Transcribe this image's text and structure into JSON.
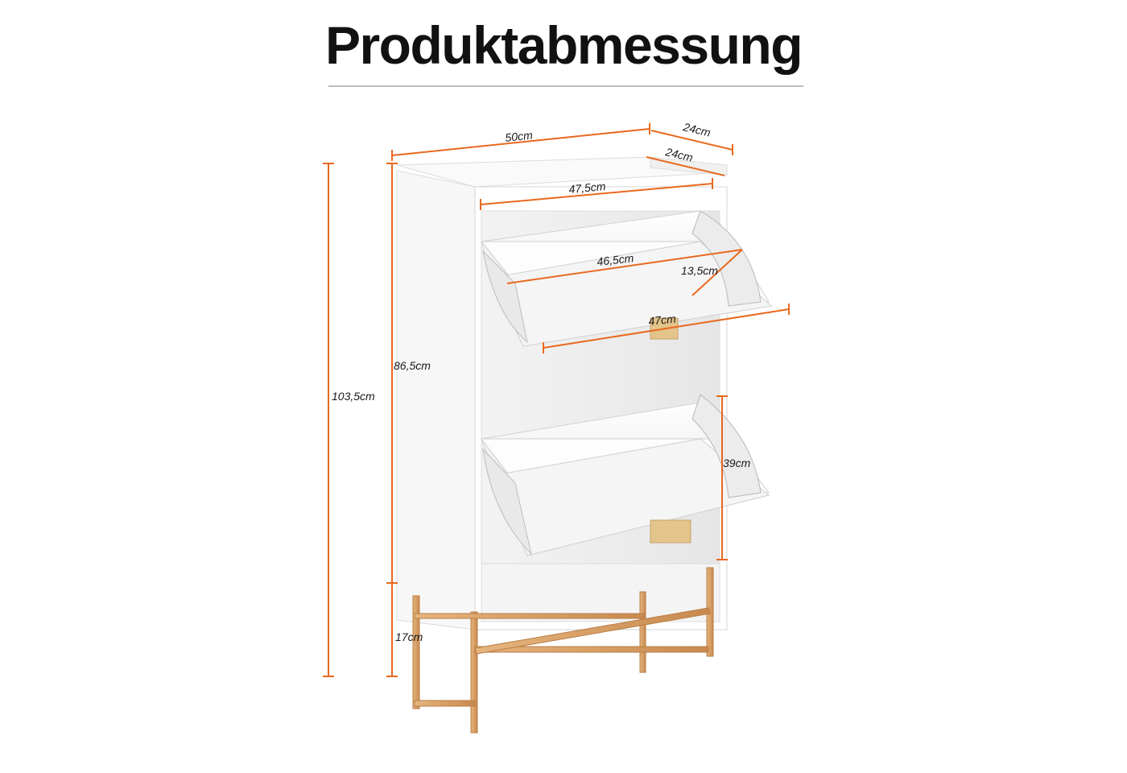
{
  "title": "Produktabmessung",
  "colors": {
    "dimension_line": "#e8691e",
    "cabinet_body": "#ffffff",
    "cabinet_edge": "#d8d8d8",
    "legs": "#d9a066",
    "handle": "#e3c48a"
  },
  "dimensions": {
    "width_outer": "50cm",
    "depth_outer": "24cm",
    "depth_inner": "24cm",
    "width_inner": "47,5cm",
    "flap_width": "46,5cm",
    "flap_depth": "13,5cm",
    "flap_front": "47cm",
    "body_height": "86,5cm",
    "total_height": "103,5cm",
    "flap_height": "39cm",
    "leg_height": "17cm"
  }
}
